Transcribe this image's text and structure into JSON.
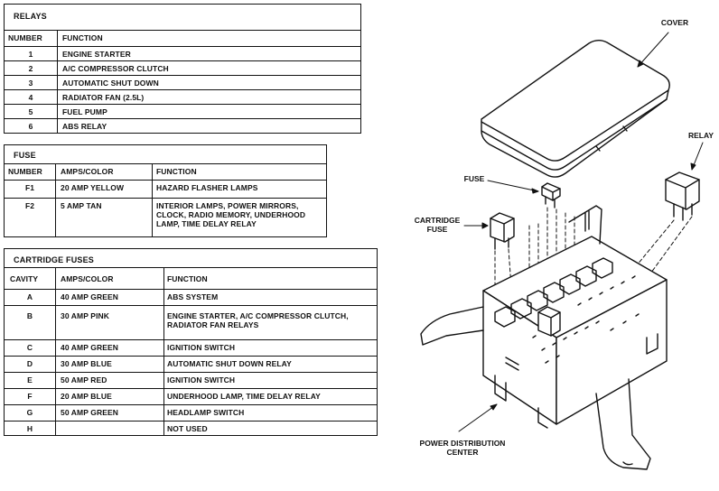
{
  "relays": {
    "title": "RELAYS",
    "headers": [
      "NUMBER",
      "FUNCTION"
    ],
    "rows": [
      {
        "number": "1",
        "function": "ENGINE STARTER"
      },
      {
        "number": "2",
        "function": "A/C COMPRESSOR CLUTCH"
      },
      {
        "number": "3",
        "function": "AUTOMATIC SHUT DOWN"
      },
      {
        "number": "4",
        "function": "RADIATOR FAN (2.5L)"
      },
      {
        "number": "5",
        "function": "FUEL PUMP"
      },
      {
        "number": "6",
        "function": "ABS RELAY"
      }
    ]
  },
  "fuse": {
    "title": "FUSE",
    "headers": [
      "NUMBER",
      "AMPS/COLOR",
      "FUNCTION"
    ],
    "rows": [
      {
        "number": "F1",
        "amps": "20 AMP YELLOW",
        "function": "HAZARD FLASHER LAMPS"
      },
      {
        "number": "F2",
        "amps": "5 AMP TAN",
        "function": "INTERIOR LAMPS, POWER MIRRORS, CLOCK, RADIO MEMORY, UNDERHOOD LAMP, TIME DELAY RELAY"
      }
    ]
  },
  "cartridge": {
    "title": "CARTRIDGE FUSES",
    "headers": [
      "CAVITY",
      "AMPS/COLOR",
      "FUNCTION"
    ],
    "rows": [
      {
        "cavity": "A",
        "amps": "40 AMP GREEN",
        "function": "ABS SYSTEM"
      },
      {
        "cavity": "B",
        "amps": "30 AMP PINK",
        "function": "ENGINE STARTER, A/C COMPRESSOR CLUTCH, RADIATOR FAN RELAYS"
      },
      {
        "cavity": "C",
        "amps": "40 AMP GREEN",
        "function": "IGNITION SWITCH"
      },
      {
        "cavity": "D",
        "amps": "30 AMP BLUE",
        "function": "AUTOMATIC SHUT DOWN RELAY"
      },
      {
        "cavity": "E",
        "amps": "50 AMP RED",
        "function": "IGNITION SWITCH"
      },
      {
        "cavity": "F",
        "amps": "20 AMP BLUE",
        "function": "UNDERHOOD LAMP, TIME DELAY RELAY"
      },
      {
        "cavity": "G",
        "amps": "50 AMP GREEN",
        "function": "HEADLAMP SWITCH"
      },
      {
        "cavity": "H",
        "amps": "",
        "function": "NOT USED"
      }
    ]
  },
  "labels": {
    "cover": "COVER",
    "relay": "RELAY",
    "fuse": "FUSE",
    "cartridge_fuse": "CARTRIDGE FUSE",
    "pdc": "POWER DISTRIBUTION CENTER"
  }
}
